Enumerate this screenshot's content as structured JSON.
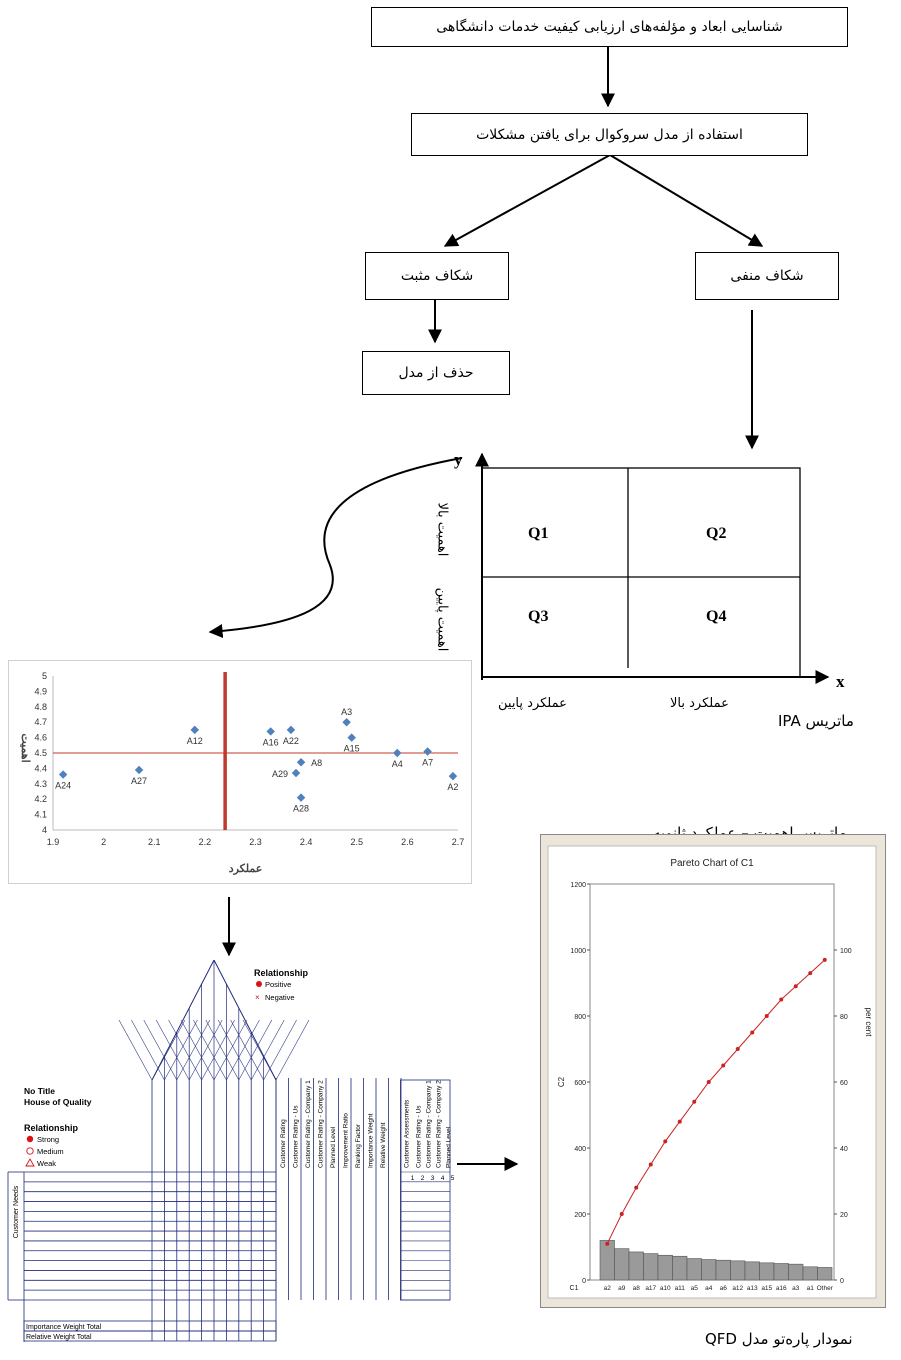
{
  "flow": {
    "step1": "شناسایی ابعاد و مؤلفه‌های ارزیابی کیفیت خدمات دانشگاهی",
    "step2": "استفاده از مدل سروکوال برای یافتن مشکلات",
    "positive_gap": "شکاف مثبت",
    "negative_gap": "شکاف منفی",
    "remove": "حذف از مدل"
  },
  "ipa": {
    "y_axis": "y",
    "x_axis": "x",
    "quadrants": [
      "Q1",
      "Q2",
      "Q3",
      "Q4"
    ],
    "high_importance": "اهمیت بالا",
    "low_importance": "اهمیت پایین",
    "low_performance": "عملکرد پایین",
    "high_performance": "عملکرد بالا",
    "caption": "ماتریس IPA"
  },
  "secondary_caption": "ماتریس اهمیت – عملکرد ثانویه",
  "chart_data": [
    {
      "type": "scatter",
      "xlabel": "عملکرد",
      "ylabel": "اهمیت",
      "xlim": [
        1.9,
        2.7
      ],
      "ylim": [
        4,
        5
      ],
      "xticks": [
        "1.9",
        "2",
        "2.1",
        "2.2",
        "2.3",
        "2.4",
        "2.5",
        "2.6",
        "2.7"
      ],
      "yticks": [
        "4",
        "4.1",
        "4.2",
        "4.3",
        "4.4",
        "4.5",
        "4.6",
        "4.7",
        "4.8",
        "4.9",
        "5"
      ],
      "vline_x": 2.24,
      "hline_y": 4.5,
      "points": [
        {
          "label": "A24",
          "x": 1.92,
          "y": 4.36
        },
        {
          "label": "A27",
          "x": 2.07,
          "y": 4.39
        },
        {
          "label": "A12",
          "x": 2.18,
          "y": 4.65
        },
        {
          "label": "A16",
          "x": 2.33,
          "y": 4.64
        },
        {
          "label": "A22",
          "x": 2.37,
          "y": 4.65
        },
        {
          "label": "A29",
          "x": 2.38,
          "y": 4.37
        },
        {
          "label": "A8",
          "x": 2.39,
          "y": 4.44
        },
        {
          "label": "A28",
          "x": 2.39,
          "y": 4.21
        },
        {
          "label": "A3",
          "x": 2.48,
          "y": 4.7
        },
        {
          "label": "A15",
          "x": 2.49,
          "y": 4.6
        },
        {
          "label": "A4",
          "x": 2.58,
          "y": 4.5
        },
        {
          "label": "A7",
          "x": 2.64,
          "y": 4.51
        },
        {
          "label": "A2",
          "x": 2.69,
          "y": 4.35
        }
      ],
      "point_color": "#4f81bd",
      "line_color": "#c0392b"
    },
    {
      "type": "bar",
      "title": "Pareto Chart of C1",
      "xlabel": "C1",
      "ylabel": "C2",
      "ylabel_right": "per cent",
      "ylim": [
        0,
        1200
      ],
      "yticks": [
        "0",
        "200",
        "400",
        "600",
        "800",
        "1000",
        "1200"
      ],
      "yticks_right": [
        "0",
        "20",
        "40",
        "60",
        "80",
        "100"
      ],
      "categories": [
        "a2",
        "a9",
        "a8",
        "a17",
        "a10",
        "a11",
        "a5",
        "a4",
        "a6",
        "a12",
        "a13",
        "a15",
        "a16",
        "a3",
        "a1",
        "Other"
      ],
      "values": [
        120,
        95,
        85,
        80,
        75,
        72,
        65,
        62,
        60,
        58,
        55,
        52,
        50,
        48,
        40,
        38
      ],
      "cumulative_percent": [
        11,
        20,
        28,
        35,
        42,
        48,
        54,
        60,
        65,
        70,
        75,
        80,
        85,
        89,
        93,
        97
      ],
      "bar_color": "#9a9a9a",
      "line_color": "#cc2222"
    }
  ],
  "qfd": {
    "caption": "نمودار پاره‌تو مدل QFD",
    "no_title": "No Title",
    "house": "House of Quality",
    "relationship_top": "Relationship",
    "positive": "Positive",
    "negative": "Negative",
    "relationship_left": "Relationship",
    "strong": "Strong",
    "medium": "Medium",
    "weak": "Weak",
    "customer_needs": "Customer Needs",
    "columns": [
      "Customer Rating",
      "Customer Rating - Us",
      "Customer Rating - Company 1",
      "Customer Rating - Company 2",
      "Planned Level",
      "Improvement Ratio",
      "Ranking Factor",
      "Importance Weight",
      "Relative Weight",
      "Customer Assessments"
    ],
    "legend_cols": [
      "Customer Rating - Us",
      "Customer Rating - Company 1",
      "Customer Rating - Company 2",
      "Planned Level"
    ],
    "scale": [
      "1",
      "2",
      "3",
      "4",
      "5"
    ],
    "importance_total": "Importance Weight Total",
    "relative_total": "Relative Weight Total"
  }
}
